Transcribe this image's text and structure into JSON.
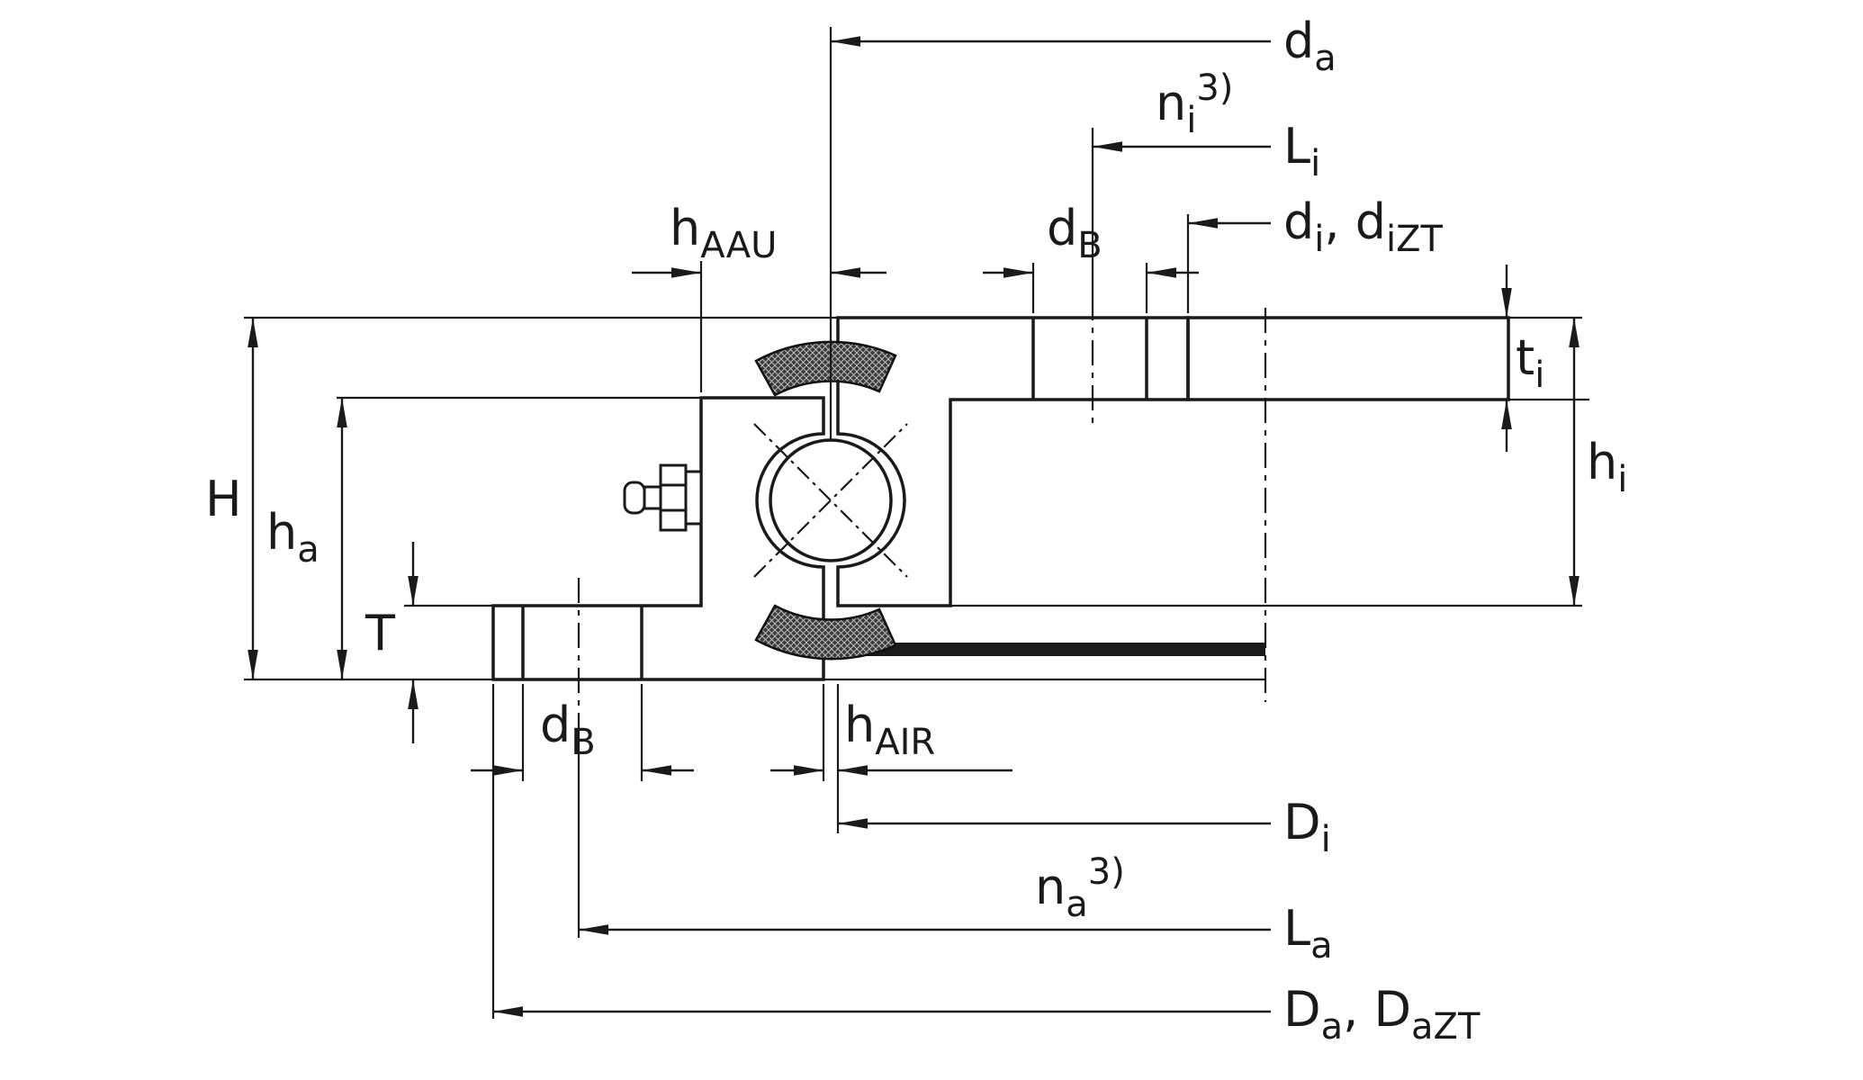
{
  "diagram": {
    "kind": "bearing-cross-section",
    "footnote_marker": "3)",
    "colors": {
      "line": "#1a1a1a",
      "background": "#ffffff",
      "seal_fill": "#3b3b3b"
    }
  },
  "labels": {
    "H": {
      "main": "H"
    },
    "h_a": {
      "main": "h",
      "sub": "a"
    },
    "T": {
      "main": "T"
    },
    "h_AAU": {
      "main": "h",
      "sub": "AAU"
    },
    "d_B_top": {
      "main": "d",
      "sub": "B"
    },
    "d_B_bot": {
      "main": "d",
      "sub": "B"
    },
    "h_AIR": {
      "main": "h",
      "sub": "AIR"
    },
    "d_a": {
      "main": "d",
      "sub": "a"
    },
    "n_i": {
      "main": "n",
      "sub": "i",
      "sup": "3)"
    },
    "L_i": {
      "main": "L",
      "sub": "i"
    },
    "d_i_dizt": {
      "p1": "d",
      "s1": "i",
      "p2": ", d",
      "s2": "iZT"
    },
    "t_i": {
      "main": "t",
      "sub": "i"
    },
    "h_i": {
      "main": "h",
      "sub": "i"
    },
    "D_i": {
      "main": "D",
      "sub": "i"
    },
    "n_a": {
      "main": "n",
      "sub": "a",
      "sup": "3)"
    },
    "L_a": {
      "main": "L",
      "sub": "a"
    },
    "D_a_dazt": {
      "p1": "D",
      "s1": "a",
      "p2": ", D",
      "s2": "aZT"
    }
  }
}
